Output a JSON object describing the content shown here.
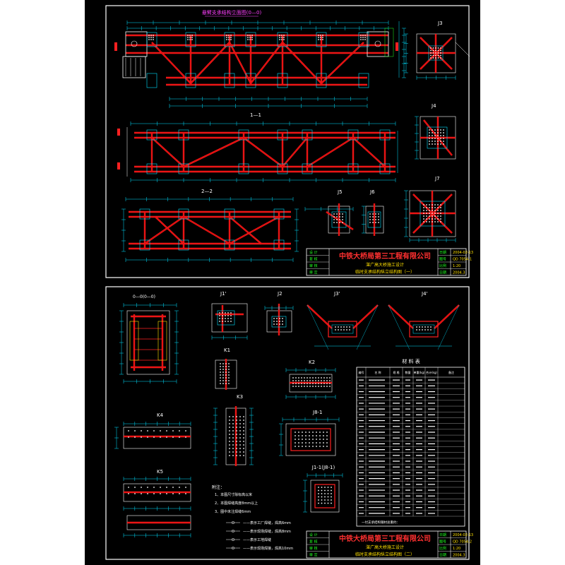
{
  "colors": {
    "background": "#ffffff",
    "sheet": "#000000",
    "frame": "#ffffff",
    "member": "#ff2020",
    "member_fill": "#cc0000",
    "dimension": "#00e0ff",
    "detail": "#ffffff",
    "title_red": "#ff3030",
    "title_yellow": "#ffe000",
    "table_green": "#20ff20",
    "magenta": "#ff40ff"
  },
  "sheet1": {
    "view_top_title": "悬臂支承结构立面图(0—0)",
    "view_11_title": "1—1",
    "view_22_title": "2—2",
    "det_j3": "J3",
    "det_j4": "J4",
    "det_j5": "J5",
    "det_j6": "J6",
    "det_j7": "J7",
    "titleblock": {
      "company": "中铁大桥局第三工程有限公司",
      "project": "湛广高大桥施工设计",
      "drawing": "临时支承结构纵立结构图（一）",
      "left_rows": [
        "设 计",
        "复 核",
        "审 核",
        "审 定"
      ],
      "right_labels": [
        "日期",
        "图号",
        "比例",
        "日期"
      ],
      "right_values": [
        "2004-02-13",
        "QD 7054-1",
        "1:20",
        "2004.3"
      ]
    }
  },
  "sheet2": {
    "view_section_title": "0—0(0—0)",
    "det_j1": "J1'",
    "det_j2": "J2",
    "det_j3": "J3'",
    "det_j4": "J4'",
    "det_k1": "K1",
    "det_k2": "K2",
    "det_k3": "K3",
    "det_k4": "K4",
    "det_k5": "K5",
    "det_j8": "J8-1",
    "det_j9": "J1-1(J8-1)",
    "notes_title": "附注：",
    "notes": [
      "1、本图尺寸除标高以米",
      "2、本图焊缝高度8mm以上",
      "3、图中未注焊缝6mm"
    ],
    "legend": [
      "——表示工厂焊缝，焊高6mm",
      "——表示现场焊缝，焊高8mm",
      "——表示工地焊缝",
      "——表示现场焊接，焊高10mm"
    ],
    "table": {
      "title": "材 料 表",
      "headers": [
        "编号",
        "名 称",
        "规 格",
        "数量",
        "单重(kg)",
        "合计(kg)",
        "备注"
      ],
      "footer": "一付支承结构钢材总重约：",
      "row_count": 24
    },
    "titleblock": {
      "company": "中铁大桥局第三工程有限公司",
      "project": "湛广高大桥施工设计",
      "drawing": "临时支承结构纵立结构图（二）",
      "left_rows": [
        "设 计",
        "复 核",
        "审 核",
        "审 定"
      ],
      "right_labels": [
        "日期",
        "图号",
        "比例",
        "日期"
      ],
      "right_values": [
        "2004-02-13",
        "QD 7054-2",
        "1:20",
        "2004.3"
      ]
    }
  }
}
